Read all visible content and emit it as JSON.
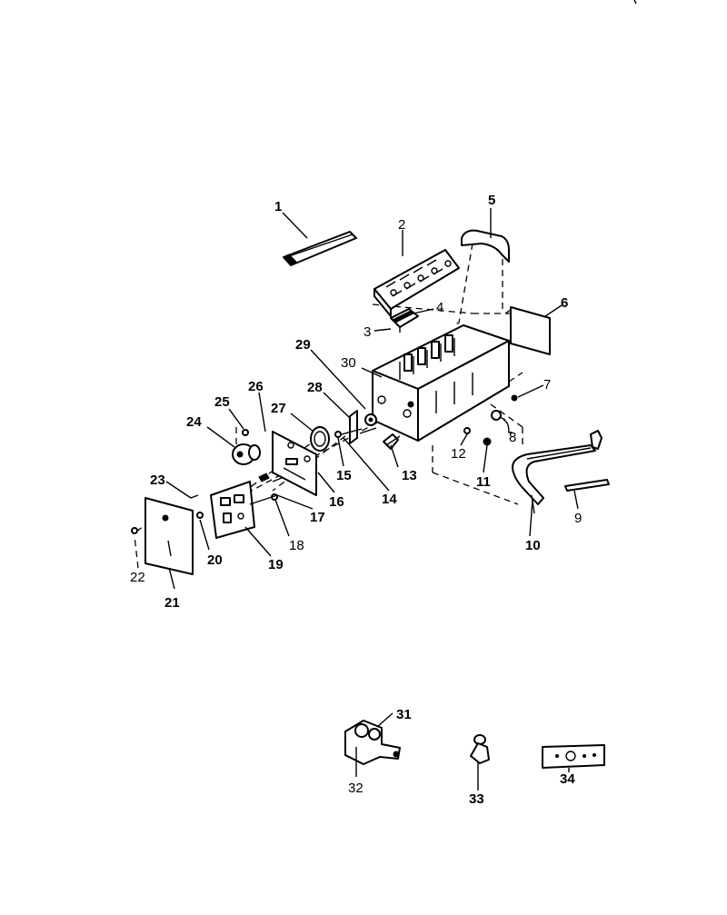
{
  "diagram": {
    "callouts": [
      {
        "id": "1",
        "text": "1"
      },
      {
        "id": "2",
        "text": "2"
      },
      {
        "id": "3",
        "text": "3"
      },
      {
        "id": "4",
        "text": "4"
      },
      {
        "id": "5",
        "text": "5"
      },
      {
        "id": "6",
        "text": "6"
      },
      {
        "id": "7",
        "text": "7"
      },
      {
        "id": "8",
        "text": "8"
      },
      {
        "id": "9",
        "text": "9"
      },
      {
        "id": "10",
        "text": "10"
      },
      {
        "id": "11",
        "text": "11"
      },
      {
        "id": "12",
        "text": "12"
      },
      {
        "id": "13",
        "text": "13"
      },
      {
        "id": "14",
        "text": "14"
      },
      {
        "id": "15",
        "text": "15"
      },
      {
        "id": "16",
        "text": "16"
      },
      {
        "id": "17",
        "text": "17"
      },
      {
        "id": "18",
        "text": "18"
      },
      {
        "id": "19",
        "text": "19"
      },
      {
        "id": "20",
        "text": "20"
      },
      {
        "id": "21",
        "text": "21"
      },
      {
        "id": "22",
        "text": "22"
      },
      {
        "id": "23",
        "text": "23"
      },
      {
        "id": "24",
        "text": "24"
      },
      {
        "id": "25",
        "text": "25"
      },
      {
        "id": "26",
        "text": "26"
      },
      {
        "id": "27",
        "text": "27"
      },
      {
        "id": "28",
        "text": "28"
      },
      {
        "id": "29",
        "text": "29"
      },
      {
        "id": "30",
        "text": "30"
      },
      {
        "id": "31",
        "text": "31"
      },
      {
        "id": "32",
        "text": "32"
      },
      {
        "id": "33",
        "text": "33"
      },
      {
        "id": "34",
        "text": "34"
      }
    ]
  }
}
